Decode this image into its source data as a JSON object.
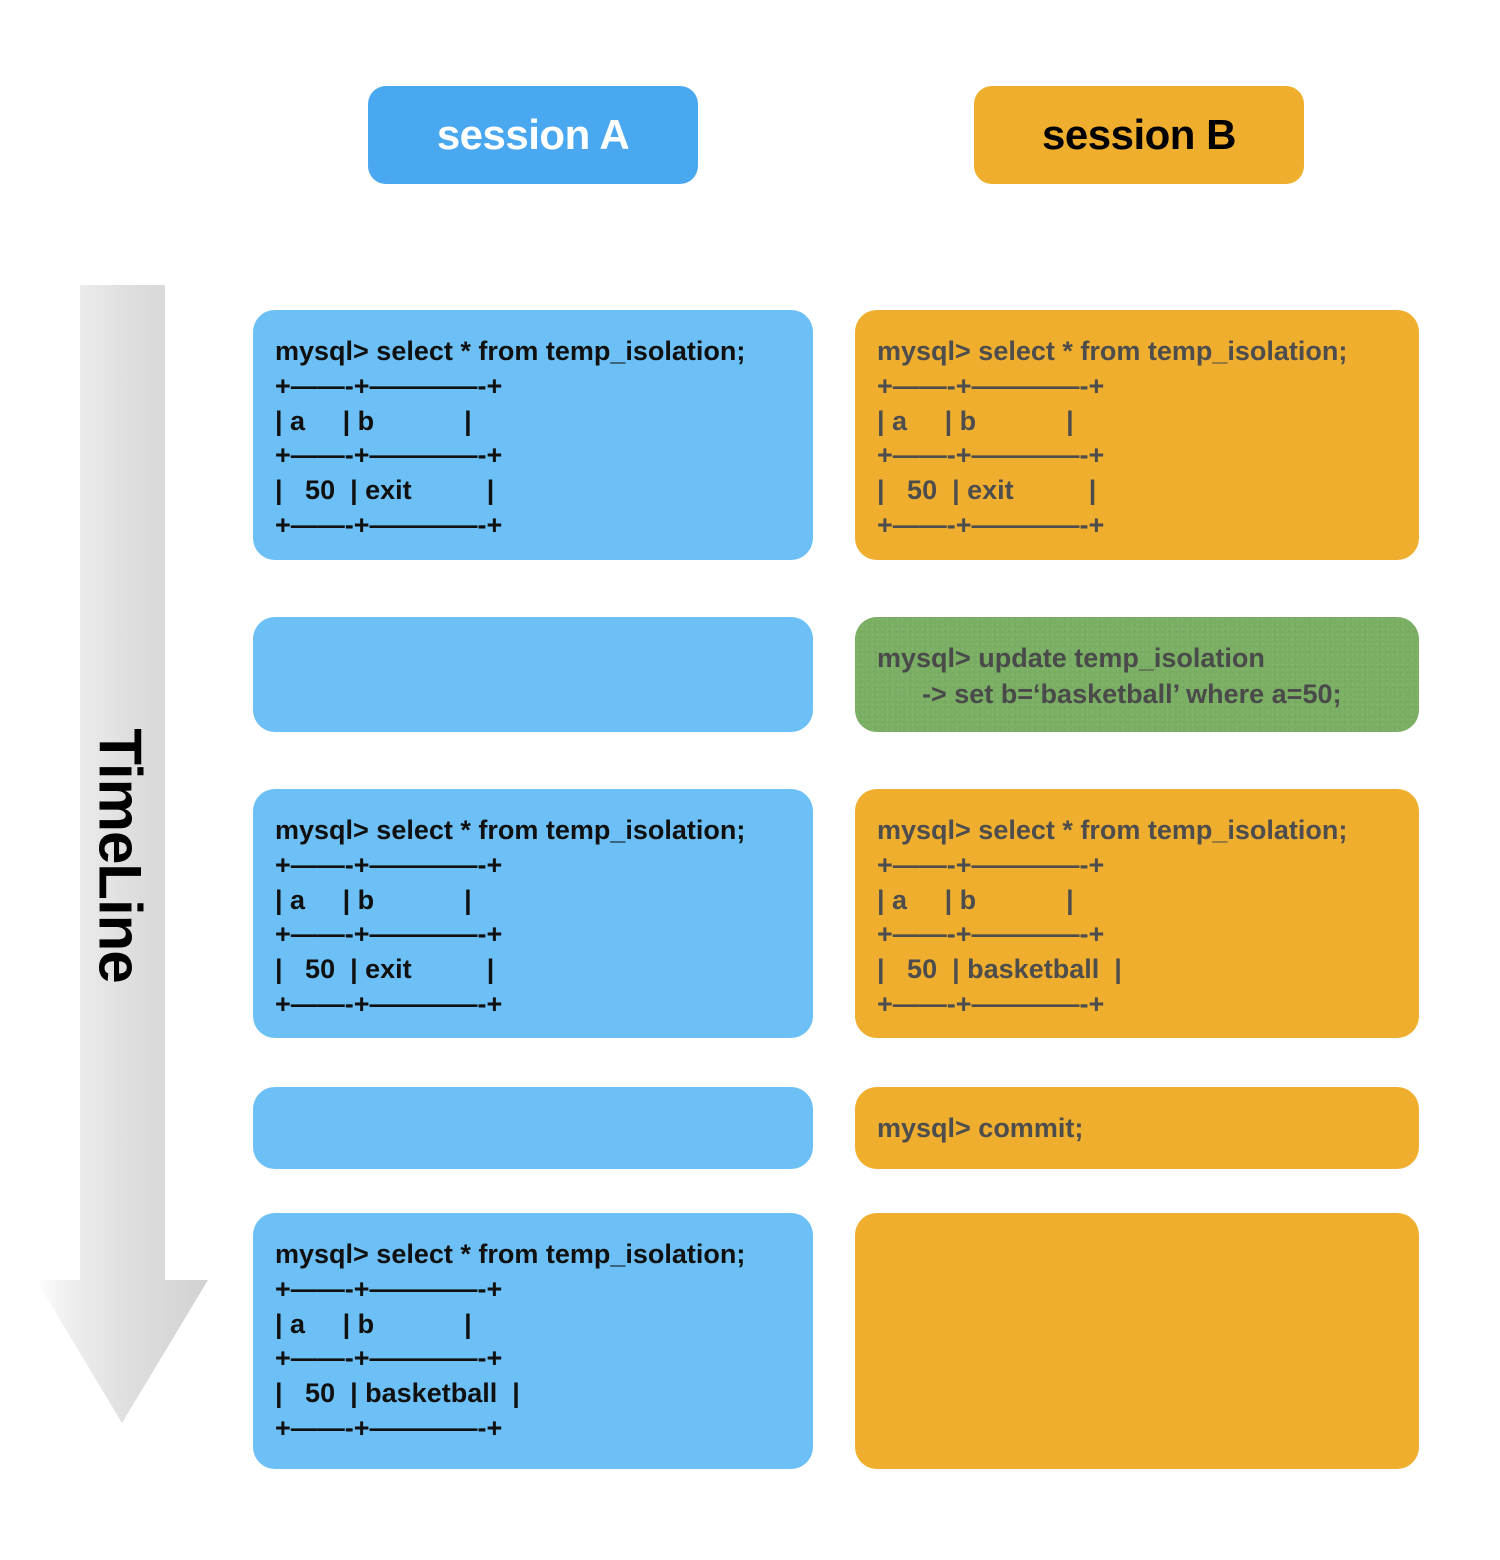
{
  "diagram": {
    "title_hidden": "",
    "timeline": {
      "label": "TimeLine",
      "direction": "downward",
      "arrow_color": "#DCDCDC"
    },
    "colors": {
      "session_a": "#6CC0F5",
      "session_a_header": "#4AA8F0",
      "session_b": "#F0AE2E",
      "highlight_green": "#79AE63",
      "text_dark": "#101010",
      "text_gray": "#4D4D4D"
    },
    "columns": [
      {
        "id": "session-a",
        "label": "session A",
        "header_text_color": "#FFFFFF"
      },
      {
        "id": "session-b",
        "label": "session B",
        "header_text_color": "#000000"
      }
    ],
    "rows": [
      {
        "row": 1,
        "session_a": {
          "variant": "blue",
          "text": "mysql> select * from temp_isolation;\n+——-+————-+\n| a     | b            |\n+——-+————-+\n|   50  | exit          |\n+——-+————-+"
        },
        "session_b": {
          "variant": "orange",
          "text": "mysql> select * from temp_isolation;\n+——-+————-+\n| a     | b            |\n+——-+————-+\n|   50  | exit          |\n+——-+————-+"
        }
      },
      {
        "row": 2,
        "session_a": {
          "variant": "blue",
          "text": ""
        },
        "session_b": {
          "variant": "green",
          "text": "mysql> update temp_isolation\n      -> set b=‘basketball’ where a=50;"
        }
      },
      {
        "row": 3,
        "session_a": {
          "variant": "blue",
          "text": "mysql> select * from temp_isolation;\n+——-+————-+\n| a     | b            |\n+——-+————-+\n|   50  | exit          |\n+——-+————-+"
        },
        "session_b": {
          "variant": "orange",
          "text": "mysql> select * from temp_isolation;\n+——-+————-+\n| a     | b            |\n+——-+————-+\n|   50  | basketball  |\n+——-+————-+"
        }
      },
      {
        "row": 4,
        "session_a": {
          "variant": "blue",
          "text": ""
        },
        "session_b": {
          "variant": "orange",
          "text": "mysql> commit;"
        }
      },
      {
        "row": 5,
        "session_a": {
          "variant": "blue",
          "text": "mysql> select * from temp_isolation;\n+——-+————-+\n| a     | b            |\n+——-+————-+\n|   50  | basketball  |\n+——-+————-+"
        },
        "session_b": {
          "variant": "orange",
          "text": ""
        }
      }
    ]
  }
}
